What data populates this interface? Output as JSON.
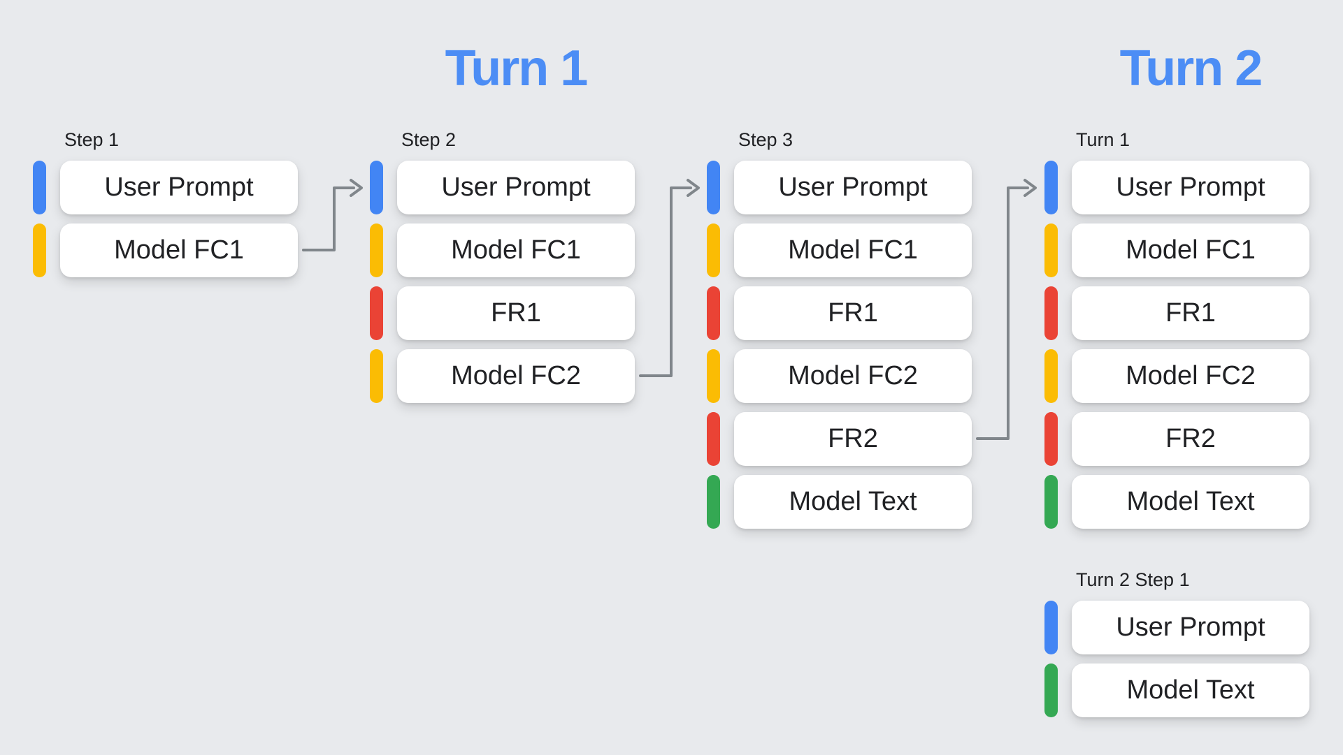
{
  "headings": [
    {
      "label": "Turn 1"
    },
    {
      "label": "Turn 2"
    }
  ],
  "palette": {
    "blue": "#4285F4",
    "yellow": "#FBBC04",
    "red": "#EA4335",
    "green": "#34A853",
    "heading": "#4C8DF5",
    "arrow": "#80868B",
    "label_text": "#202124",
    "card_text": "#202124",
    "card_bg": "#FFFFFF",
    "page_bg": "#E8EAED"
  },
  "columns": [
    {
      "label": "Step 1",
      "items": [
        {
          "label": "User Prompt",
          "color": "blue"
        },
        {
          "label": "Model FC1",
          "color": "yellow"
        }
      ]
    },
    {
      "label": "Step 2",
      "items": [
        {
          "label": "User Prompt",
          "color": "blue"
        },
        {
          "label": "Model FC1",
          "color": "yellow"
        },
        {
          "label": "FR1",
          "color": "red"
        },
        {
          "label": "Model FC2",
          "color": "yellow"
        }
      ]
    },
    {
      "label": "Step 3",
      "items": [
        {
          "label": "User Prompt",
          "color": "blue"
        },
        {
          "label": "Model FC1",
          "color": "yellow"
        },
        {
          "label": "FR1",
          "color": "red"
        },
        {
          "label": "Model FC2",
          "color": "yellow"
        },
        {
          "label": "FR2",
          "color": "red"
        },
        {
          "label": "Model Text",
          "color": "green"
        }
      ]
    },
    {
      "label": "Turn 1",
      "items": [
        {
          "label": "User Prompt",
          "color": "blue"
        },
        {
          "label": "Model FC1",
          "color": "yellow"
        },
        {
          "label": "FR1",
          "color": "red"
        },
        {
          "label": "Model FC2",
          "color": "yellow"
        },
        {
          "label": "FR2",
          "color": "red"
        },
        {
          "label": "Model Text",
          "color": "green"
        }
      ]
    },
    {
      "label": "Turn 2 Step 1",
      "items": [
        {
          "label": "User Prompt",
          "color": "blue"
        },
        {
          "label": "Model Text",
          "color": "green"
        }
      ]
    }
  ],
  "connectors": [
    {
      "from": "Model FC1 (Step 1)",
      "to": "User Prompt (Step 2)"
    },
    {
      "from": "Model FC2 (Step 2)",
      "to": "User Prompt (Step 3)"
    },
    {
      "from": "FR2 (Step 3)",
      "to": "User Prompt (Turn 1)"
    }
  ]
}
